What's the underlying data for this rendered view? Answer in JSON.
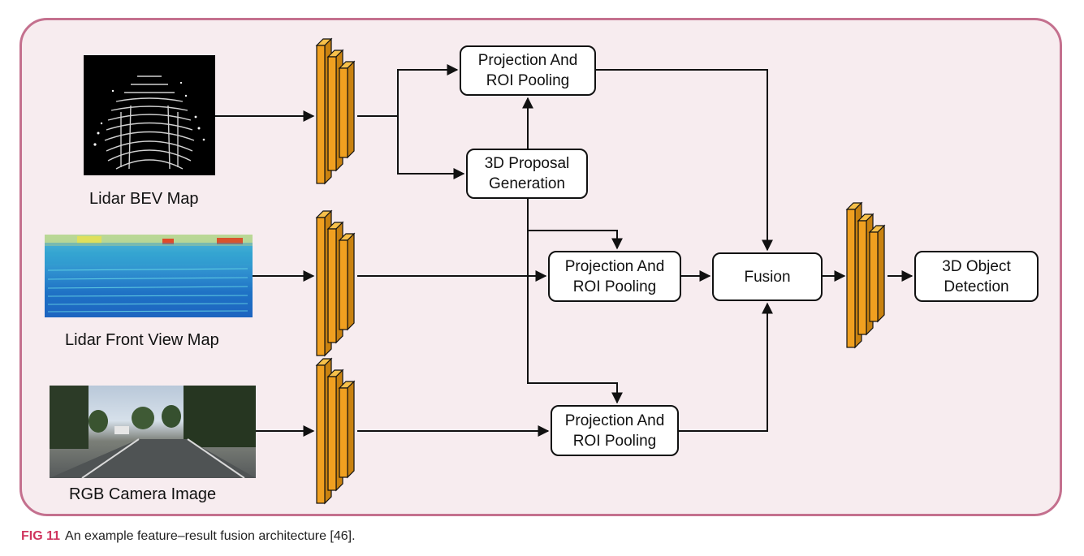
{
  "inputs": {
    "bev_label": "Lidar BEV Map",
    "front_label": "Lidar Front View Map",
    "rgb_label": "RGB Camera Image"
  },
  "boxes": {
    "proj_top": {
      "line1": "Projection And",
      "line2": "ROI Pooling"
    },
    "proposal": {
      "line1": "3D Proposal",
      "line2": "Generation"
    },
    "proj_mid": {
      "line1": "Projection And",
      "line2": "ROI Pooling"
    },
    "proj_bot": {
      "line1": "Projection And",
      "line2": "ROI Pooling"
    },
    "fusion": "Fusion",
    "detection": {
      "line1": "3D Object",
      "line2": "Detection"
    }
  },
  "caption": {
    "number": "FIG 11",
    "text": "An example feature–result fusion architecture [46]."
  },
  "colors": {
    "frame_border": "#c4708e",
    "frame_fill": "#f7ecef",
    "feature_block": "#f0a020",
    "caption_accent": "#d0355f"
  }
}
